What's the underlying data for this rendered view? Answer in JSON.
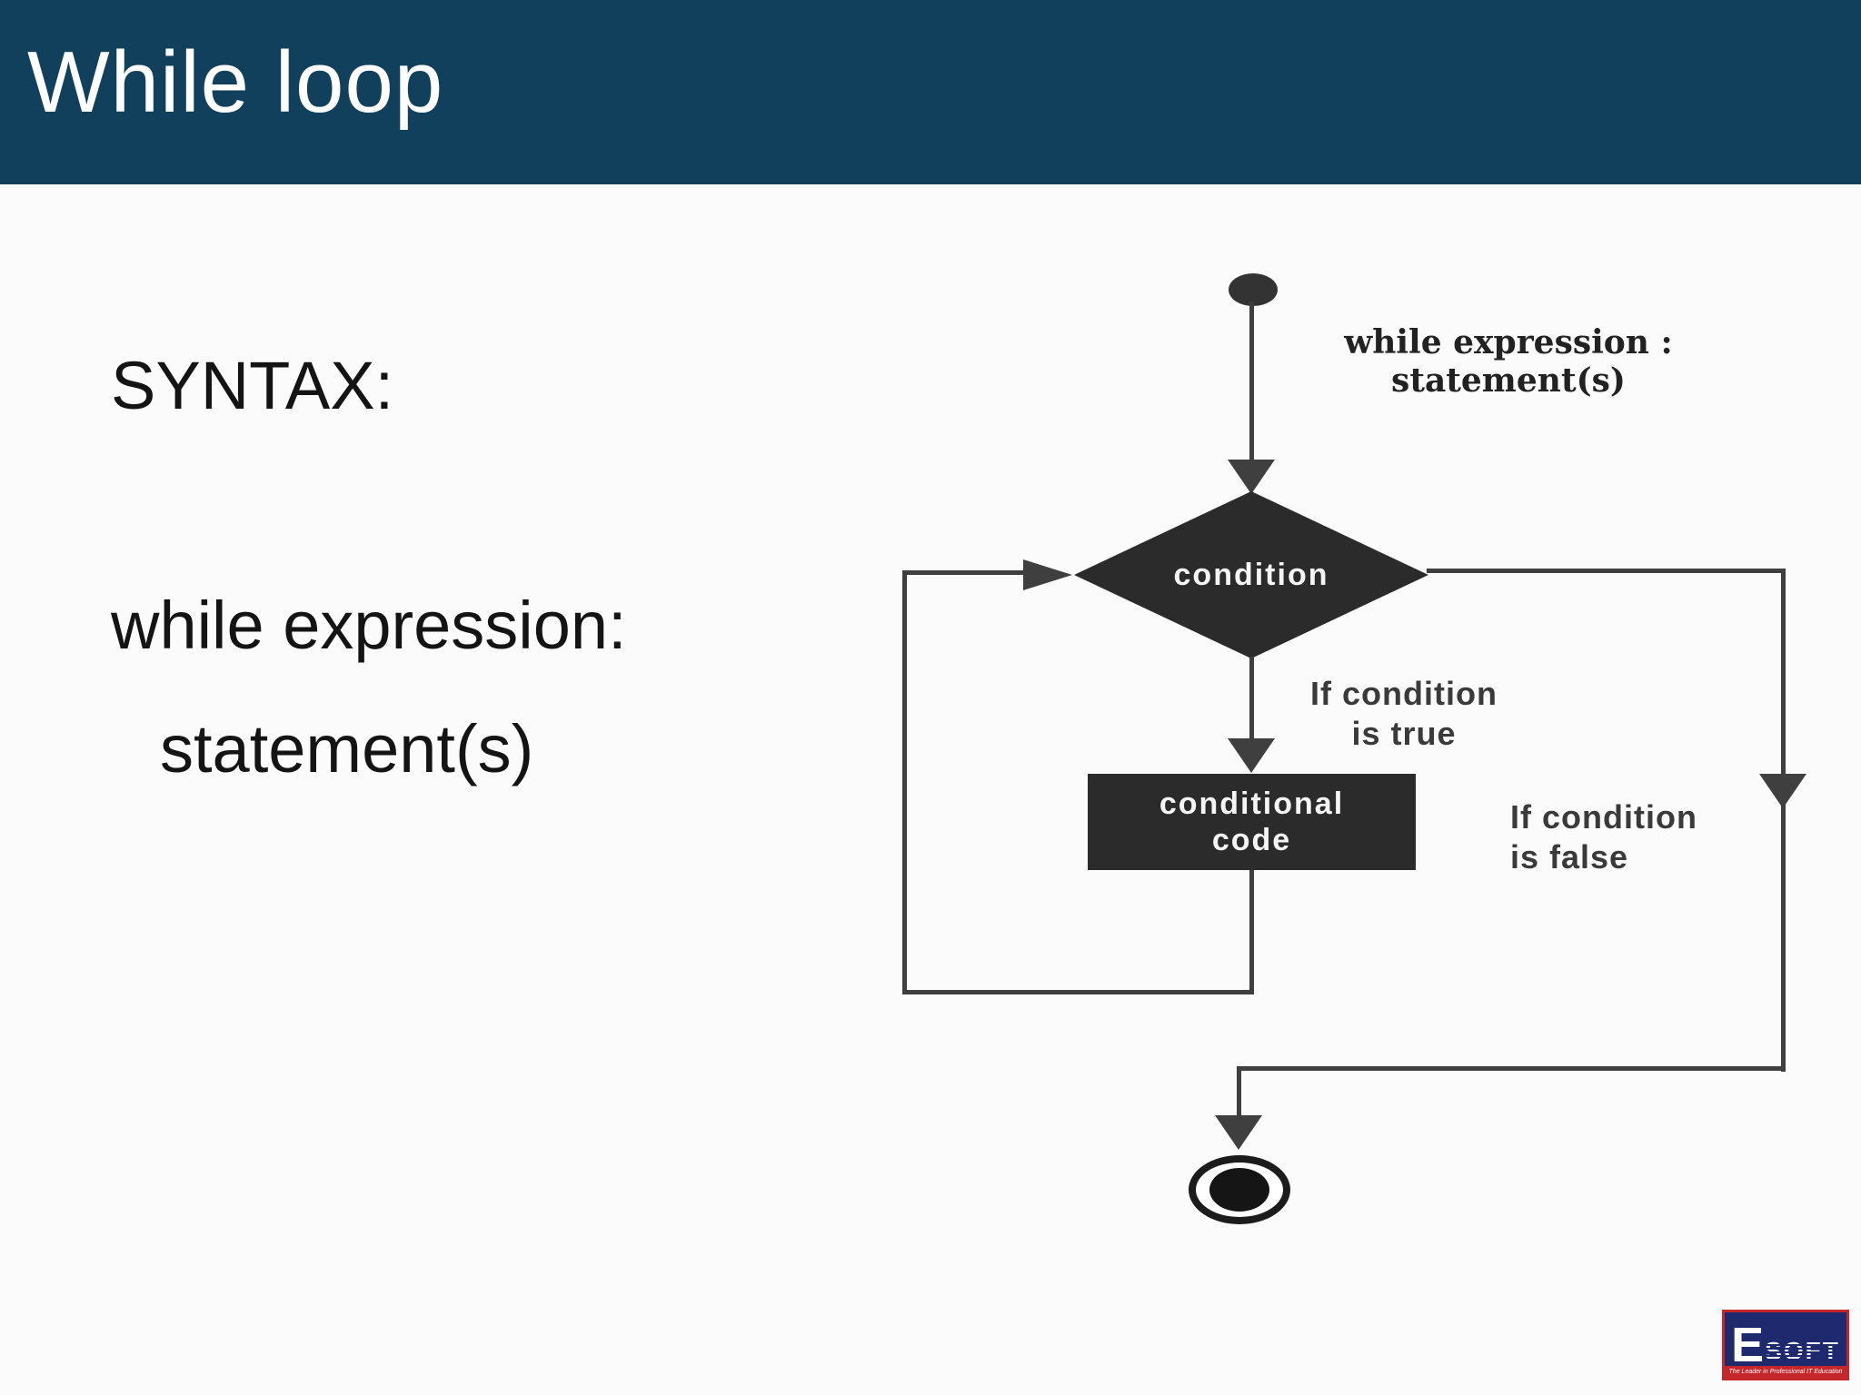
{
  "header": {
    "title": "While loop",
    "bg_color": "#11405c"
  },
  "content": {
    "syntax_label": "SYNTAX:",
    "code_line1": "while expression:",
    "code_line2": "statement(s)"
  },
  "diagram": {
    "top_label_line1": "while expression :",
    "top_label_line2": "statement(s)",
    "condition_label": "condition",
    "true_label_line1": "If condition",
    "true_label_line2": "is true",
    "box_label_line1": "conditional",
    "box_label_line2": "code",
    "false_label_line1": "If condition",
    "false_label_line2": "is false",
    "node_fill": "#2b2b2b",
    "line_color": "#3f3f3f"
  },
  "logo": {
    "brand_initial": "E",
    "brand_rest": "SOFT",
    "tagline": "The Leader in Professional IT Education",
    "red": "#c4262b",
    "navy": "#1f2a6e"
  }
}
